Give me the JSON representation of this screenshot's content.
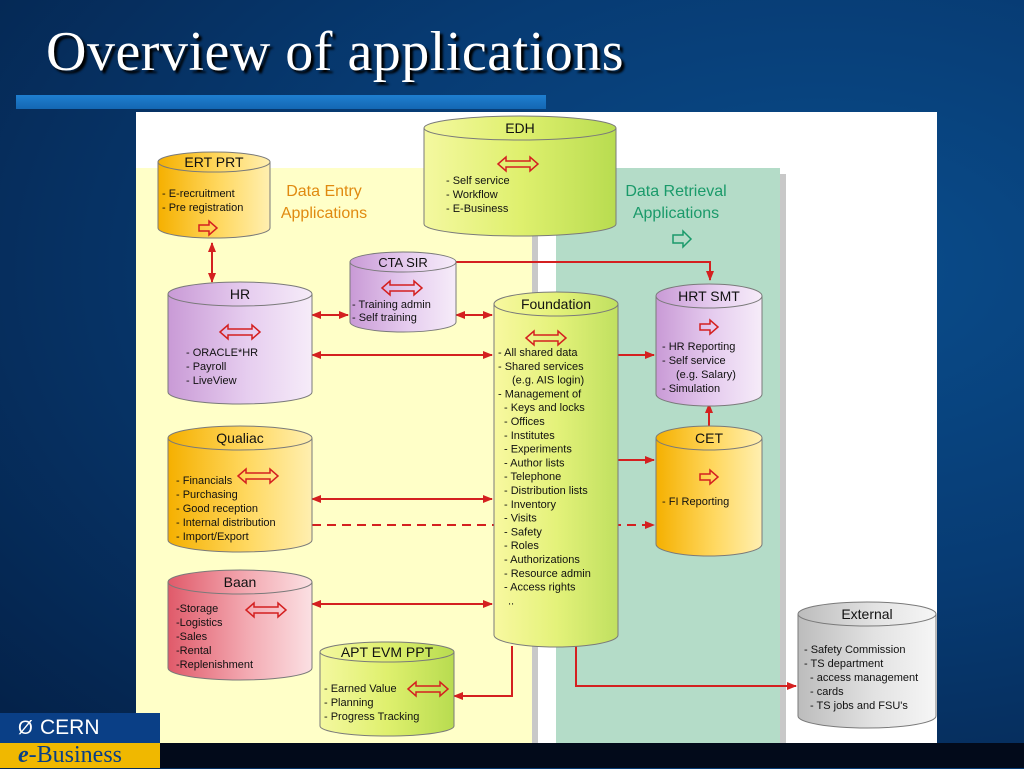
{
  "slide": {
    "title": "Overview of applications"
  },
  "logo": {
    "mark": "Ø",
    "org": "CERN",
    "e": "e",
    "business": "-Business"
  },
  "regions": {
    "entry_line1": "Data Entry",
    "entry_line2": "Applications",
    "retrieval_line1": "Data Retrieval",
    "retrieval_line2": "Applications"
  },
  "databases": {
    "edh": {
      "title": "EDH",
      "lines": [
        "- Self service",
        "- Workflow",
        "- E-Business"
      ]
    },
    "ert": {
      "title": "ERT PRT",
      "lines": [
        "- E-recruitment",
        "- Pre registration"
      ]
    },
    "cta": {
      "title": "CTA SIR",
      "lines": [
        "- Training admin",
        "- Self training"
      ]
    },
    "hr": {
      "title": "HR",
      "lines": [
        "- ORACLE*HR",
        "- Payroll",
        "- LiveView"
      ]
    },
    "foundation": {
      "title": "Foundation",
      "lines": [
        "- All shared data",
        "- Shared services",
        "(e.g. AIS login)",
        "- Management of",
        "- Keys and locks",
        "- Offices",
        "- Institutes",
        "- Experiments",
        "- Author lists",
        "- Telephone",
        "- Distribution lists",
        "- Inventory",
        "- Visits",
        "- Safety",
        "- Roles",
        "- Authorizations",
        "- Resource admin",
        "- Access rights",
        ".."
      ]
    },
    "hrt": {
      "title": "HRT SMT",
      "lines": [
        "- HR Reporting",
        "- Self service",
        "(e.g. Salary)",
        "- Simulation"
      ]
    },
    "qualiac": {
      "title": "Qualiac",
      "lines": [
        "- Financials",
        "- Purchasing",
        "- Good reception",
        "- Internal distribution",
        "- Import/Export"
      ]
    },
    "cet": {
      "title": "CET",
      "lines": [
        "- FI Reporting"
      ]
    },
    "baan": {
      "title": "Baan",
      "lines": [
        "-Storage",
        "-Logistics",
        "-Sales",
        "-Rental",
        "-Replenishment"
      ]
    },
    "apt": {
      "title": "APT EVM PPT",
      "lines": [
        "- Earned Value",
        "- Planning",
        "- Progress Tracking"
      ]
    },
    "external": {
      "title": "External",
      "lines": [
        "- Safety Commission",
        "- TS department",
        "- access management",
        "- cards",
        "- TS jobs and FSU's"
      ]
    }
  },
  "colors": {
    "entry_region": "#ffffc8",
    "retrieval_region": "#b4dcc8",
    "arrow_red": "#d42020",
    "entry_label": "#e08a10",
    "retrieval_label": "#1a9a6a"
  }
}
